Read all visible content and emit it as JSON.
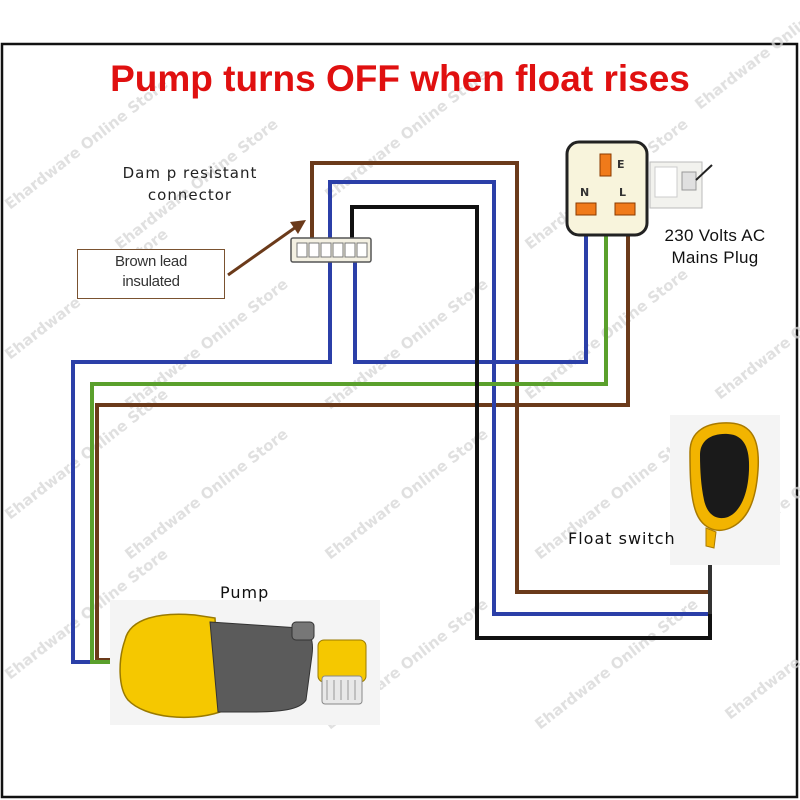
{
  "title": "Pump turns OFF when float rises",
  "labels": {
    "connector_line1": "Dam p resistant",
    "connector_line2": "connector",
    "brown_note_line1": "Brown lead",
    "brown_note_line2": "insulated",
    "mains_line1": "230 Volts AC",
    "mains_line2": "Mains Plug",
    "float_switch": "Float switch",
    "pump": "Pump"
  },
  "plug_pins": {
    "neutral": "N",
    "earth": "E",
    "live": "L"
  },
  "colors": {
    "title": "#e01010",
    "brown_wire": "#6b3a1a",
    "blue_wire": "#2b3fa8",
    "green_wire": "#5aa02c",
    "black_wire": "#111111",
    "float_yellow": "#f2b400",
    "pump_yellow": "#f5c800",
    "plug_pin": "#f07a1a"
  },
  "watermark": "Ehardware Online Store"
}
